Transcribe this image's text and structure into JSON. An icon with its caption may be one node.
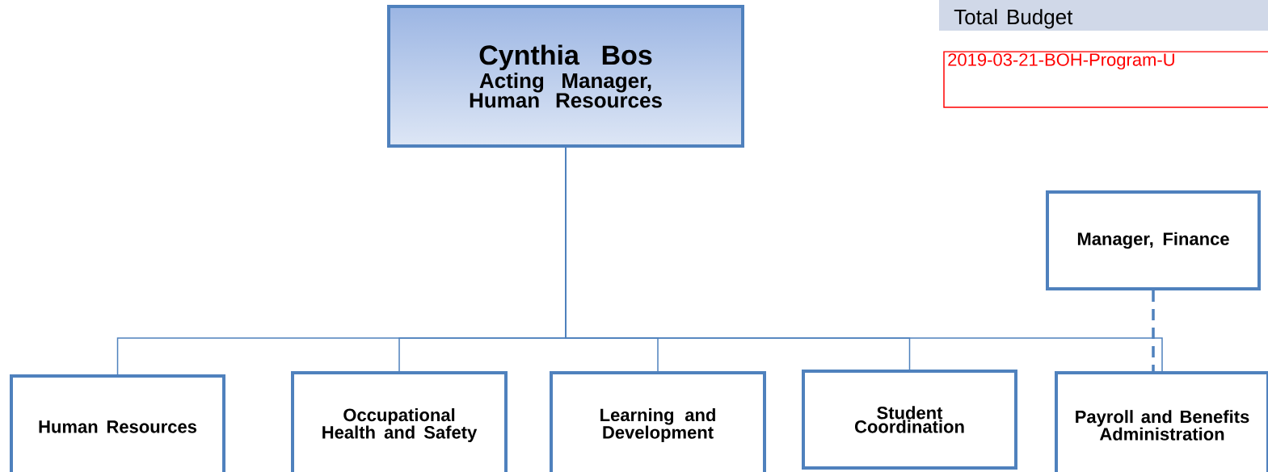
{
  "diagram": {
    "nodes": [
      {
        "text": [
          "Cynthia Bos",
          "Acting Manager, Human Resources"
        ]
      },
      {
        "text": [
          "Manager, Finance"
        ]
      },
      {
        "text": [
          "Human Resources"
        ]
      },
      {
        "text": [
          "Occupational Health and Safety"
        ]
      },
      {
        "text": [
          "Learning and Development"
        ]
      },
      {
        "text": [
          "Student Coordination"
        ]
      },
      {
        "text": [
          "Payroll and Benefits Administration"
        ]
      }
    ],
    "edges": [
      {
        "from": 0,
        "to": 2,
        "arrow": "none"
      },
      {
        "from": 0,
        "to": 3,
        "arrow": "none"
      },
      {
        "from": 0,
        "to": 4,
        "arrow": "none"
      },
      {
        "from": 0,
        "to": 5,
        "arrow": "none"
      },
      {
        "from": 0,
        "to": 6,
        "arrow": "none"
      },
      {
        "from": 1,
        "to": 6,
        "arrow": "none",
        "style": "dashed"
      }
    ],
    "labels": [
      "Total Budget",
      "2019-03-21-BOH-Program-U"
    ]
  }
}
